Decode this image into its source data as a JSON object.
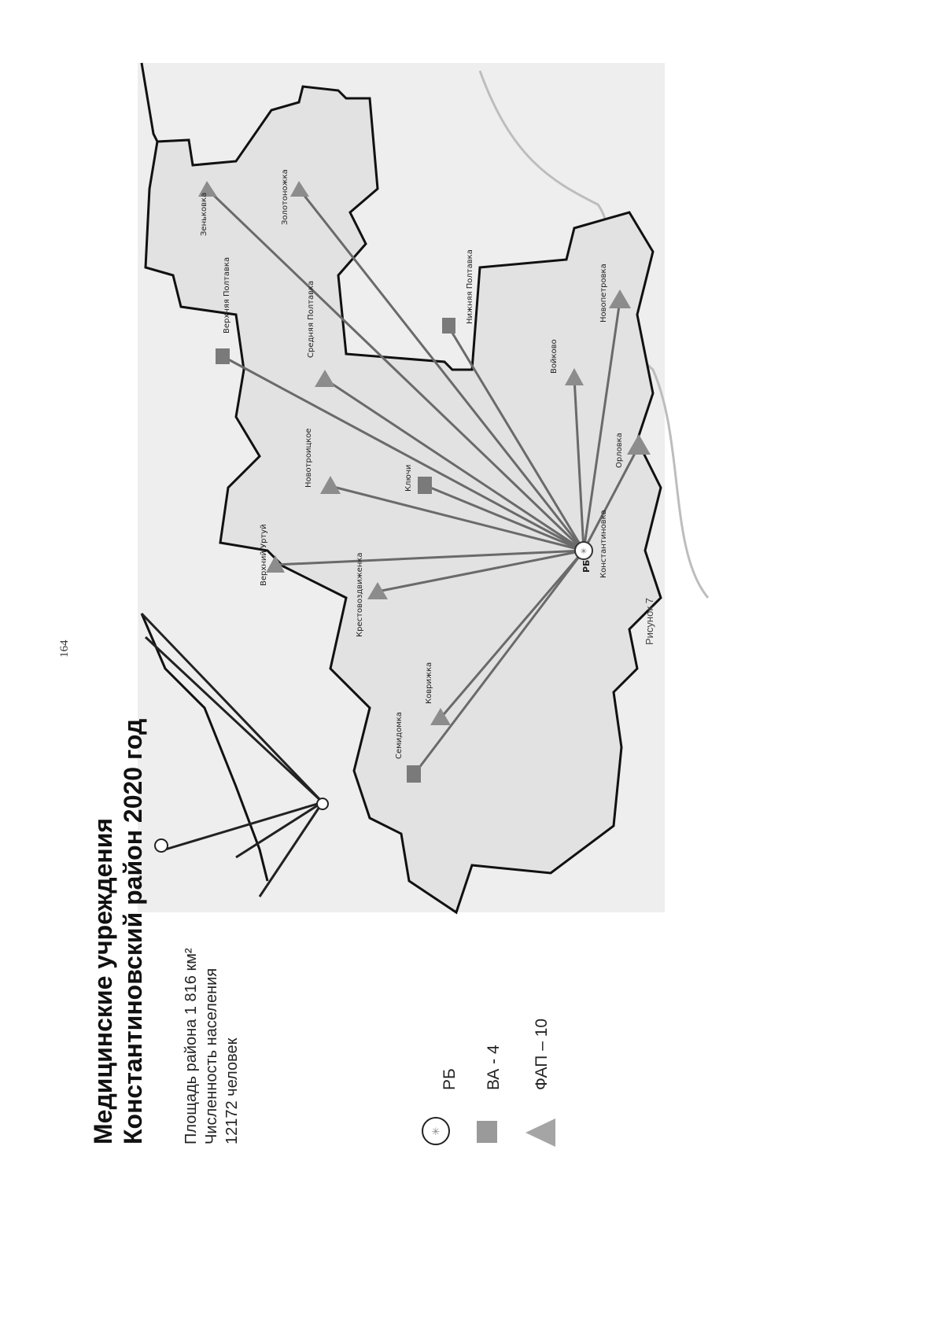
{
  "page_number": "164",
  "title": {
    "line1": "Медицинские учреждения",
    "line2": "Константиновский район 2020 год"
  },
  "info": {
    "area": "Площадь района 1 816 км²",
    "population_label": "Численность населения",
    "population_value": "12172 человек"
  },
  "legend": {
    "rb": "РБ",
    "va": "ВА - 4",
    "fap": "ФАП – 10"
  },
  "figure_caption": "Рисунок 7",
  "hub": {
    "code": "РБ",
    "name": "Константиновка"
  },
  "settlements": [
    {
      "name": "Зеньковка",
      "type": "fap"
    },
    {
      "name": "Золотоножка",
      "type": "fap"
    },
    {
      "name": "Верхняя Полтавка",
      "type": "va"
    },
    {
      "name": "Средняя Полтавка",
      "type": "fap"
    },
    {
      "name": "Нижняя Полтавка",
      "type": "va"
    },
    {
      "name": "Войково",
      "type": "fap"
    },
    {
      "name": "Новопетровка",
      "type": "fap"
    },
    {
      "name": "Новотроицкое",
      "type": "fap"
    },
    {
      "name": "Ключи",
      "type": "va"
    },
    {
      "name": "Орловка",
      "type": "fap"
    },
    {
      "name": "Верхний Уртуй",
      "type": "fap"
    },
    {
      "name": "Крестовоздвиженка",
      "type": "fap"
    },
    {
      "name": "Коврижка",
      "type": "fap"
    },
    {
      "name": "Семидомка",
      "type": "va"
    }
  ],
  "colors": {
    "map_fill": "#e2e2e2",
    "border": "#111111",
    "line": "#6a6a6a",
    "marker": "#8c8c8c"
  }
}
